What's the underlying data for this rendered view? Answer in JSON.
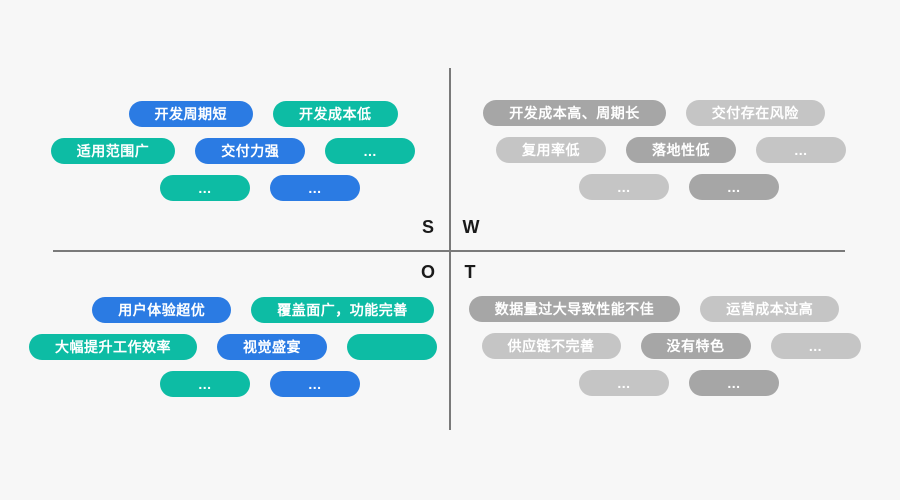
{
  "colors": {
    "bg": "#f7f7f7",
    "blue": "#2b7be3",
    "teal": "#0dbca4",
    "gray_dark": "#a6a6a6",
    "gray_light": "#c5c5c5",
    "axis": "#7a7a7a",
    "letter": "#1a1a1a"
  },
  "labels": {
    "s": "S",
    "w": "W",
    "o": "O",
    "t": "T"
  },
  "quadrants": [
    {
      "id": "s",
      "name": "strengths",
      "rows": [
        [
          {
            "label": "开发周期短",
            "color": "blue"
          },
          {
            "label": "开发成本低",
            "color": "teal"
          }
        ],
        [
          {
            "label": "适用范围广",
            "color": "teal"
          },
          {
            "label": "交付力强",
            "color": "blue"
          },
          {
            "label": "...",
            "color": "teal"
          }
        ],
        [
          {
            "label": "...",
            "color": "teal"
          },
          {
            "label": "...",
            "color": "blue"
          }
        ]
      ]
    },
    {
      "id": "w",
      "name": "weaknesses",
      "rows": [
        [
          {
            "label": "开发成本高、周期长",
            "color": "gray_dark"
          },
          {
            "label": "交付存在风险",
            "color": "gray_light"
          }
        ],
        [
          {
            "label": "复用率低",
            "color": "gray_light"
          },
          {
            "label": "落地性低",
            "color": "gray_dark"
          },
          {
            "label": "...",
            "color": "gray_light"
          }
        ],
        [
          {
            "label": "...",
            "color": "gray_light"
          },
          {
            "label": "...",
            "color": "gray_dark"
          }
        ]
      ]
    },
    {
      "id": "o",
      "name": "opportunities",
      "rows": [
        [
          {
            "label": "用户体验超优",
            "color": "blue"
          },
          {
            "label": "覆盖面广，功能完善",
            "color": "teal"
          }
        ],
        [
          {
            "label": "大幅提升工作效率",
            "color": "teal"
          },
          {
            "label": "视觉盛宴",
            "color": "blue"
          },
          {
            "label": "",
            "color": "teal"
          }
        ],
        [
          {
            "label": "...",
            "color": "teal"
          },
          {
            "label": "...",
            "color": "blue"
          }
        ]
      ]
    },
    {
      "id": "t",
      "name": "threats",
      "rows": [
        [
          {
            "label": "数据量过大导致性能不佳",
            "color": "gray_dark"
          },
          {
            "label": "运营成本过高",
            "color": "gray_light"
          }
        ],
        [
          {
            "label": "供应链不完善",
            "color": "gray_light"
          },
          {
            "label": "没有特色",
            "color": "gray_dark"
          },
          {
            "label": "...",
            "color": "gray_light"
          }
        ],
        [
          {
            "label": "...",
            "color": "gray_light"
          },
          {
            "label": "...",
            "color": "gray_dark"
          }
        ]
      ]
    }
  ]
}
